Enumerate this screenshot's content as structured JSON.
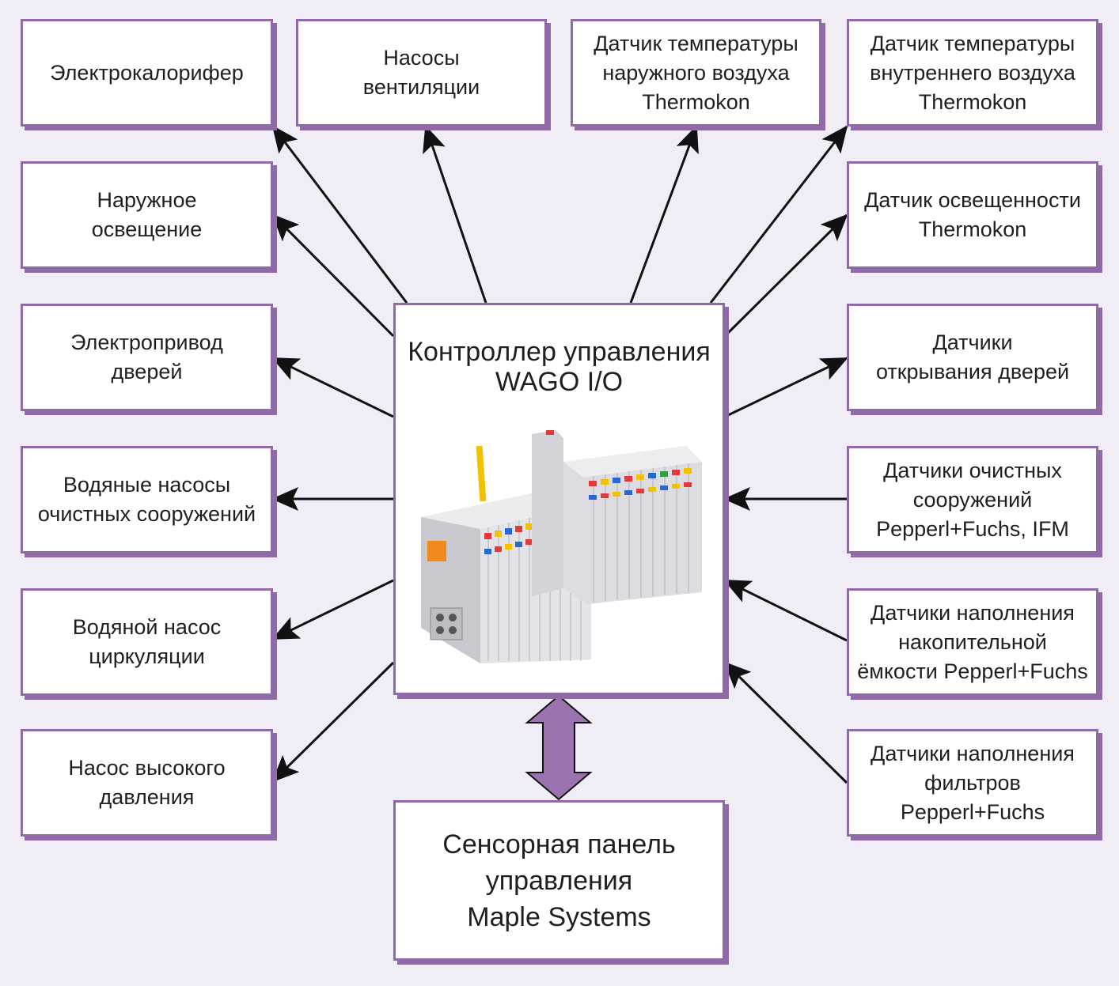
{
  "controller": {
    "title": "Контроллер управления\nWAGO I/O",
    "image": "wago-io-controller"
  },
  "touch_panel": {
    "title": "Сенсорная панель\nуправления\nMaple Systems"
  },
  "outputs": [
    {
      "id": "electric-heater",
      "label": "Электрокалорифер"
    },
    {
      "id": "ventilation-pumps",
      "label": "Насосы\nвентиляции"
    },
    {
      "id": "outdoor-lighting",
      "label": "Наружное\nосвещение"
    },
    {
      "id": "door-drive",
      "label": "Электропривод\nдверей"
    },
    {
      "id": "treatment-water-pumps",
      "label": "Водяные насосы\nочистных сооружений"
    },
    {
      "id": "circulation-pump",
      "label": "Водяной насос\nциркуляции"
    },
    {
      "id": "high-pressure-pump",
      "label": "Насос высокого\nдавления"
    }
  ],
  "inputs": [
    {
      "id": "outdoor-temp-sensor",
      "label": "Датчик температуры\nнаружного воздуха\nThermokon"
    },
    {
      "id": "indoor-temp-sensor",
      "label": "Датчик температуры\nвнутреннего воздуха\nThermokon"
    },
    {
      "id": "light-sensor",
      "label": "Датчик освещенности\nThermokon"
    },
    {
      "id": "door-sensors",
      "label": "Датчики\nоткрывания дверей"
    },
    {
      "id": "treatment-sensors",
      "label": "Датчики очистных\nсооружений\nPepperl+Fuchs, IFM"
    },
    {
      "id": "tank-level-sensors",
      "label": "Датчики наполнения\nнакопительной\nёмкости Pepperl+Fuchs"
    },
    {
      "id": "filter-level-sensors",
      "label": "Датчики наполнения\nфильтров\nPepperl+Fuchs"
    }
  ],
  "colors": {
    "background": "#f1edf6",
    "border": "#8f6aa7",
    "arrow": "#111111",
    "double_arrow": "#9b73b0"
  }
}
